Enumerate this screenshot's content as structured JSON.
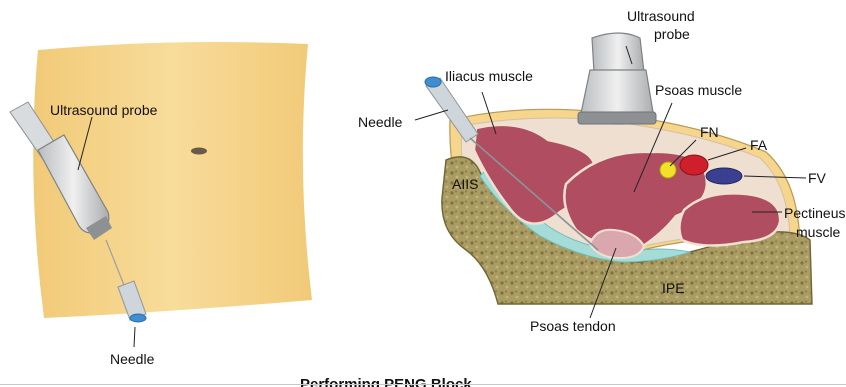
{
  "left_panel": {
    "probe_label": "Ultrasound probe",
    "needle_label": "Needle"
  },
  "right_panel": {
    "probe_label_line1": "Ultrasound",
    "probe_label_line2": "probe",
    "needle_label": "Needle",
    "iliacus_label": "Iliacus muscle",
    "psoas_label": "Psoas muscle",
    "aiis_label": "AIIS",
    "fn_label": "FN",
    "fa_label": "FA",
    "fv_label": "FV",
    "pectineus_label_line1": "Pectineus",
    "pectineus_label_line2": "muscle",
    "ipe_label": "IPE",
    "psoas_tendon_label": "Psoas tendon"
  },
  "caption": "Performing PENG Block",
  "colors": {
    "skin": "#f6d58d",
    "muscle": "#b04d60",
    "fascia": "#eedfd0",
    "bone": "#aa9c62",
    "fluid": "#a6dcd8",
    "fn": "#f2e12a",
    "fa": "#cf1f2b",
    "fv": "#3a3f8f"
  }
}
